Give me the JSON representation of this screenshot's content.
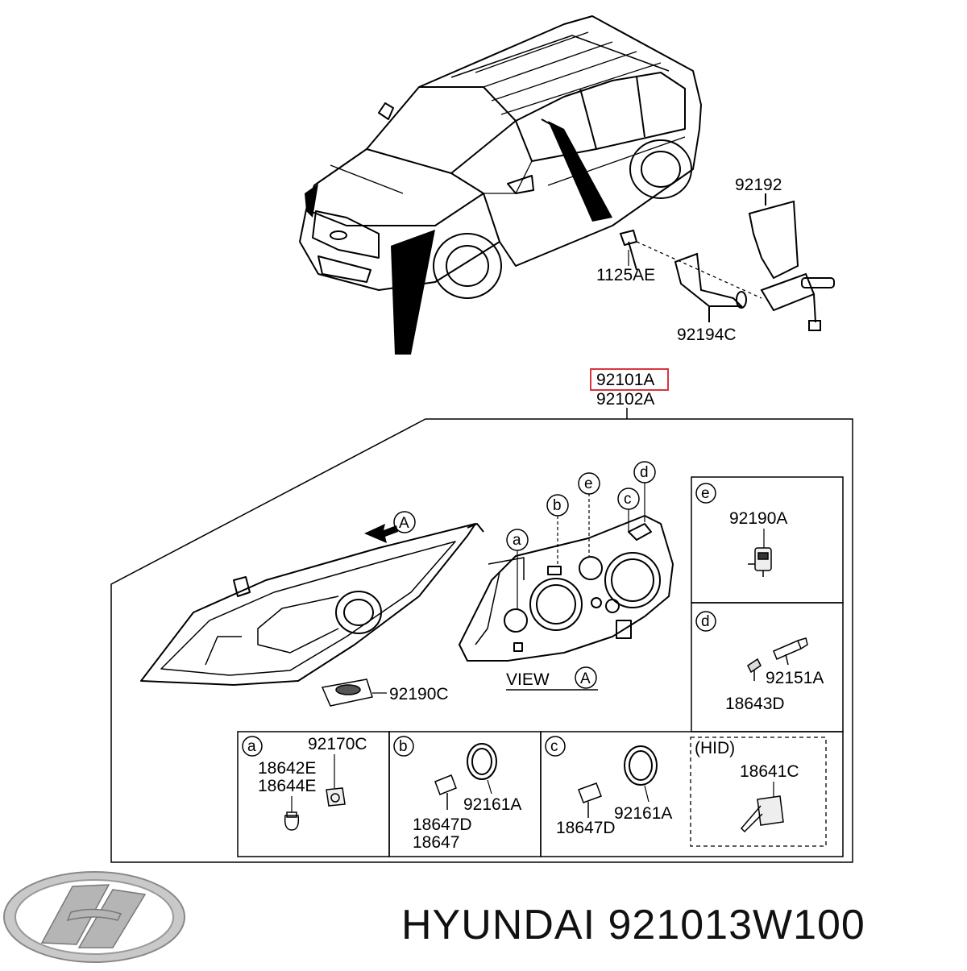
{
  "labels": {
    "bracket": "92192",
    "bolt": "1125AE",
    "sensor": "92194C",
    "headlamp_lh": "92101A",
    "headlamp_rh": "92102A",
    "cover": "92190C",
    "view": "VIEW",
    "view_ref": "A",
    "arrow_ref": "A",
    "e_part": "92190A",
    "d_bulb": "92151A",
    "d_socket": "18643D",
    "a_socket": "92170C",
    "a_bulb1": "18642E",
    "a_bulb2": "18644E",
    "b_cap": "92161A",
    "b_bulb1": "18647D",
    "b_bulb2": "18647",
    "c_cap": "92161A",
    "c_bulb": "18647D",
    "hid_title": "(HID)",
    "hid_part": "18641C"
  },
  "callouts": {
    "a": "a",
    "b": "b",
    "c": "c",
    "d": "d",
    "e": "e"
  },
  "brand": {
    "name": "HYUNDAI",
    "part_number": "921013W100",
    "highlight_color": "#d9363e"
  }
}
